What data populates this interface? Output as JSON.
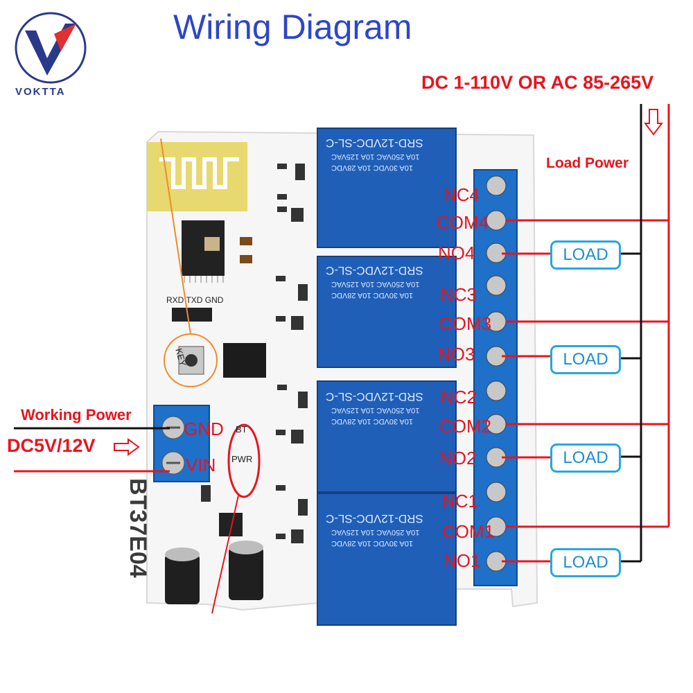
{
  "logo": {
    "text": "VOKTTA"
  },
  "title": "Wiring Diagram",
  "supply_label": "DC 1-110V OR AC 85-265V",
  "load_power_label": "Load Power",
  "working_power_label": "Working Power",
  "dc_input_label": "DC5V/12V",
  "input_terminals": [
    "GND",
    "VIN"
  ],
  "relay_terminals": [
    "NC4",
    "COM4",
    "NO4",
    "NC3",
    "COM3",
    "NO3",
    "NC2",
    "COM2",
    "NO2",
    "NC1",
    "COM1",
    "NO1"
  ],
  "load_label": "LOAD",
  "board": {
    "id": "BT37E04",
    "header_pins": "RXD TXD GND",
    "key_label": "KEY",
    "led_labels": [
      "BT",
      "PWR"
    ],
    "relay_model": "SRD-12VDC-SL-C",
    "relay_rating_1": "10A 250VAC 10A 125VAC",
    "relay_rating_2": "10A 30VDC 10A 28VDC"
  },
  "colors": {
    "accent_red": "#e8141e",
    "title_blue": "#2d46c8",
    "relay_blue": "#1f5fb8",
    "terminal_blue": "#1e70c8",
    "load_border": "#27a6e0"
  }
}
